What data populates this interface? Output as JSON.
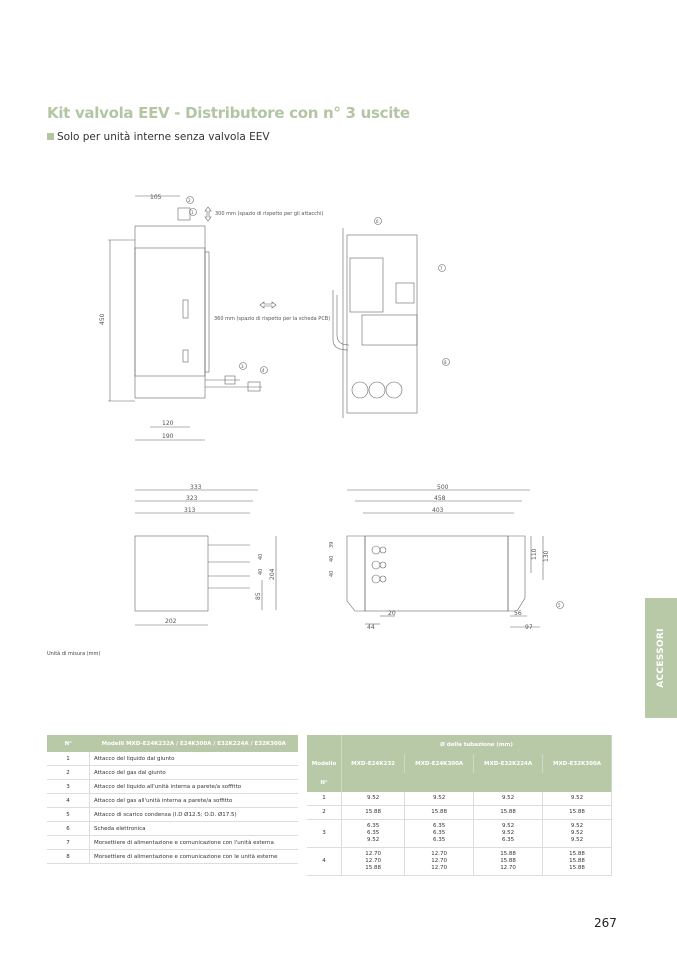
{
  "title": "Kit valvola EEV - Distributore con n° 3 uscite",
  "subtitle": "Solo per unità interne senza valvola EEV",
  "drawing_top": {
    "dim_105": "105",
    "dim_450": "450",
    "dim_120": "120",
    "dim_190": "190",
    "clearance_connections": "300 mm (spazio di rispetto per gli attacchi)",
    "clearance_pcb": "360 mm (spazio di rispetto per la scheda PCB)",
    "callouts": [
      "1",
      "2",
      "3",
      "4",
      "6",
      "7",
      "8"
    ]
  },
  "drawing_bottom": {
    "dim_333": "333",
    "dim_323": "323",
    "dim_313": "313",
    "dim_202": "202",
    "dim_204": "204",
    "dim_85": "85",
    "dim_40a": "40",
    "dim_40b": "40",
    "dim_500": "500",
    "dim_458": "458",
    "dim_403": "403",
    "dim_39": "39",
    "dim_40c": "40",
    "dim_40d": "40",
    "dim_110": "110",
    "dim_130": "130",
    "dim_20": "20",
    "dim_44": "44",
    "dim_56": "56",
    "dim_97": "97",
    "callout_5": "5"
  },
  "units_note": "Unità di misura (mm)",
  "side_tab": "ACCESSORI",
  "parts_table": {
    "headers": [
      "N°",
      "Modelli MXD-E24K232A / E24K300A / E32K224A / E32K300A"
    ],
    "rows": [
      [
        "1",
        "Attacco del liquido dal giunto"
      ],
      [
        "2",
        "Attacco del gas dal giunto"
      ],
      [
        "3",
        "Attacco del liquido all'unità interna a parete/a soffitto"
      ],
      [
        "4",
        "Attacco del gas all'unità interna a parete/a soffitto"
      ],
      [
        "5",
        "Attacco di scarico condensa (I.D Ø12.5; O.D. Ø17.5)"
      ],
      [
        "6",
        "Scheda elettronica"
      ],
      [
        "7",
        "Morsettiere di alimentazione e comunicazione con l'unità esterna"
      ],
      [
        "8",
        "Morsettiere di alimentazione e comunicazione con le unità esterne"
      ]
    ]
  },
  "pipe_table": {
    "group_header": "Ø della tubazione (mm)",
    "model_label": "Modello",
    "n_label": "N°",
    "models": [
      "MXD-E24K232",
      "MXD-E24K300A",
      "MXD-E32K224A",
      "MXD-E32K300A"
    ],
    "rows": [
      {
        "n": "1",
        "values": [
          "9.52",
          "9.52",
          "9.52",
          "9.52"
        ]
      },
      {
        "n": "2",
        "values": [
          "15.88",
          "15.88",
          "15.88",
          "15.88"
        ]
      },
      {
        "n": "3",
        "values": [
          [
            "6.35",
            "6.35",
            "9.52"
          ],
          [
            "6.35",
            "6.35",
            "6.35"
          ],
          [
            "9.52",
            "9.52",
            "6.35"
          ],
          [
            "9.52",
            "9.52",
            "9.52"
          ]
        ]
      },
      {
        "n": "4",
        "values": [
          [
            "12.70",
            "12.70",
            "15.88"
          ],
          [
            "12.70",
            "12.70",
            "12.70"
          ],
          [
            "15.88",
            "15.88",
            "12.70"
          ],
          [
            "15.88",
            "15.88",
            "15.88"
          ]
        ]
      }
    ]
  },
  "page_number": "267"
}
